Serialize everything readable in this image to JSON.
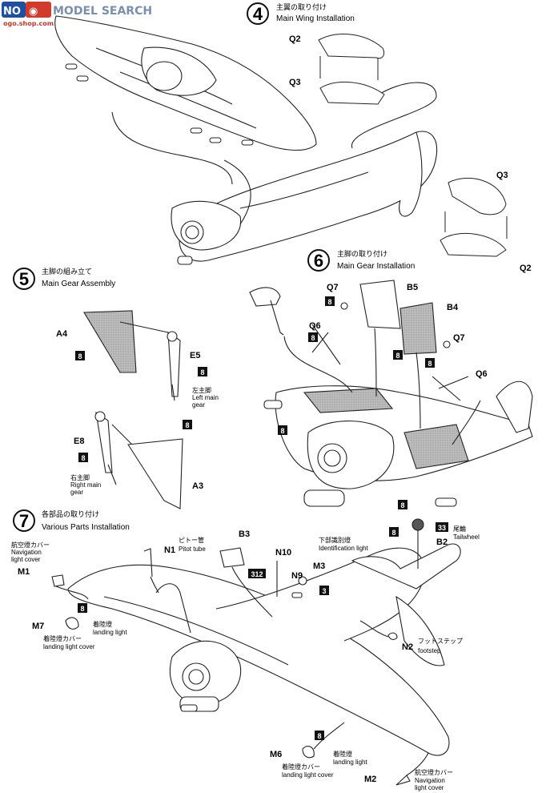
{
  "watermark": {
    "left": "NO",
    "main": "MODEL SEARCH",
    "url": "ogo.shop.com"
  },
  "steps": {
    "s4": {
      "num": "4",
      "jp": "主翼の取り付け",
      "en": "Main Wing Installation"
    },
    "s5": {
      "num": "5",
      "jp": "主脚の組み立て",
      "en": "Main Gear Assembly"
    },
    "s6": {
      "num": "6",
      "jp": "主脚の取り付け",
      "en": "Main Gear Installation"
    },
    "s7": {
      "num": "7",
      "jp": "各部品の取り付け",
      "en": "Various Parts Installation"
    }
  },
  "parts": {
    "q2a": "Q2",
    "q3a": "Q3",
    "q3b": "Q3",
    "q2b": "Q2",
    "a4": "A4",
    "e5": "E5",
    "e8": "E8",
    "a3": "A3",
    "q7a": "Q7",
    "b5": "B5",
    "b4": "B4",
    "q6a": "Q6",
    "q7b": "Q7",
    "q6b": "Q6",
    "n1": "N1",
    "b3": "B3",
    "n10": "N10",
    "m3": "M3",
    "n9": "N9",
    "m1": "M1",
    "m7": "M7",
    "n2": "N2",
    "b2": "B2",
    "m6": "M6",
    "m2": "M2"
  },
  "badges": {
    "eight": "8",
    "b312": "312",
    "b33": "33",
    "b3": "3"
  },
  "labels": {
    "left_gear_jp": "左主脚",
    "left_gear_en1": "Left main",
    "left_gear_en2": "gear",
    "right_gear_jp": "右主脚",
    "right_gear_en1": "Right main",
    "right_gear_en2": "gear",
    "nav_jp": "航空燈カバー",
    "nav_en1": "Navigation",
    "nav_en2": "light cover",
    "pitot_jp": "ピトー管",
    "pitot_en": "Pitot tube",
    "ident_jp": "下部識別燈",
    "ident_en": "Identification light",
    "tail_jp": "尾輪",
    "tail_en": "Tailwheel",
    "landing_jp": "着陸燈",
    "landing_en": "landing light",
    "landing_cover_jp": "着陸燈カバー",
    "landing_cover_en": "landing light cover",
    "footstep_jp": "フットステップ",
    "footstep_en": "footstep"
  }
}
